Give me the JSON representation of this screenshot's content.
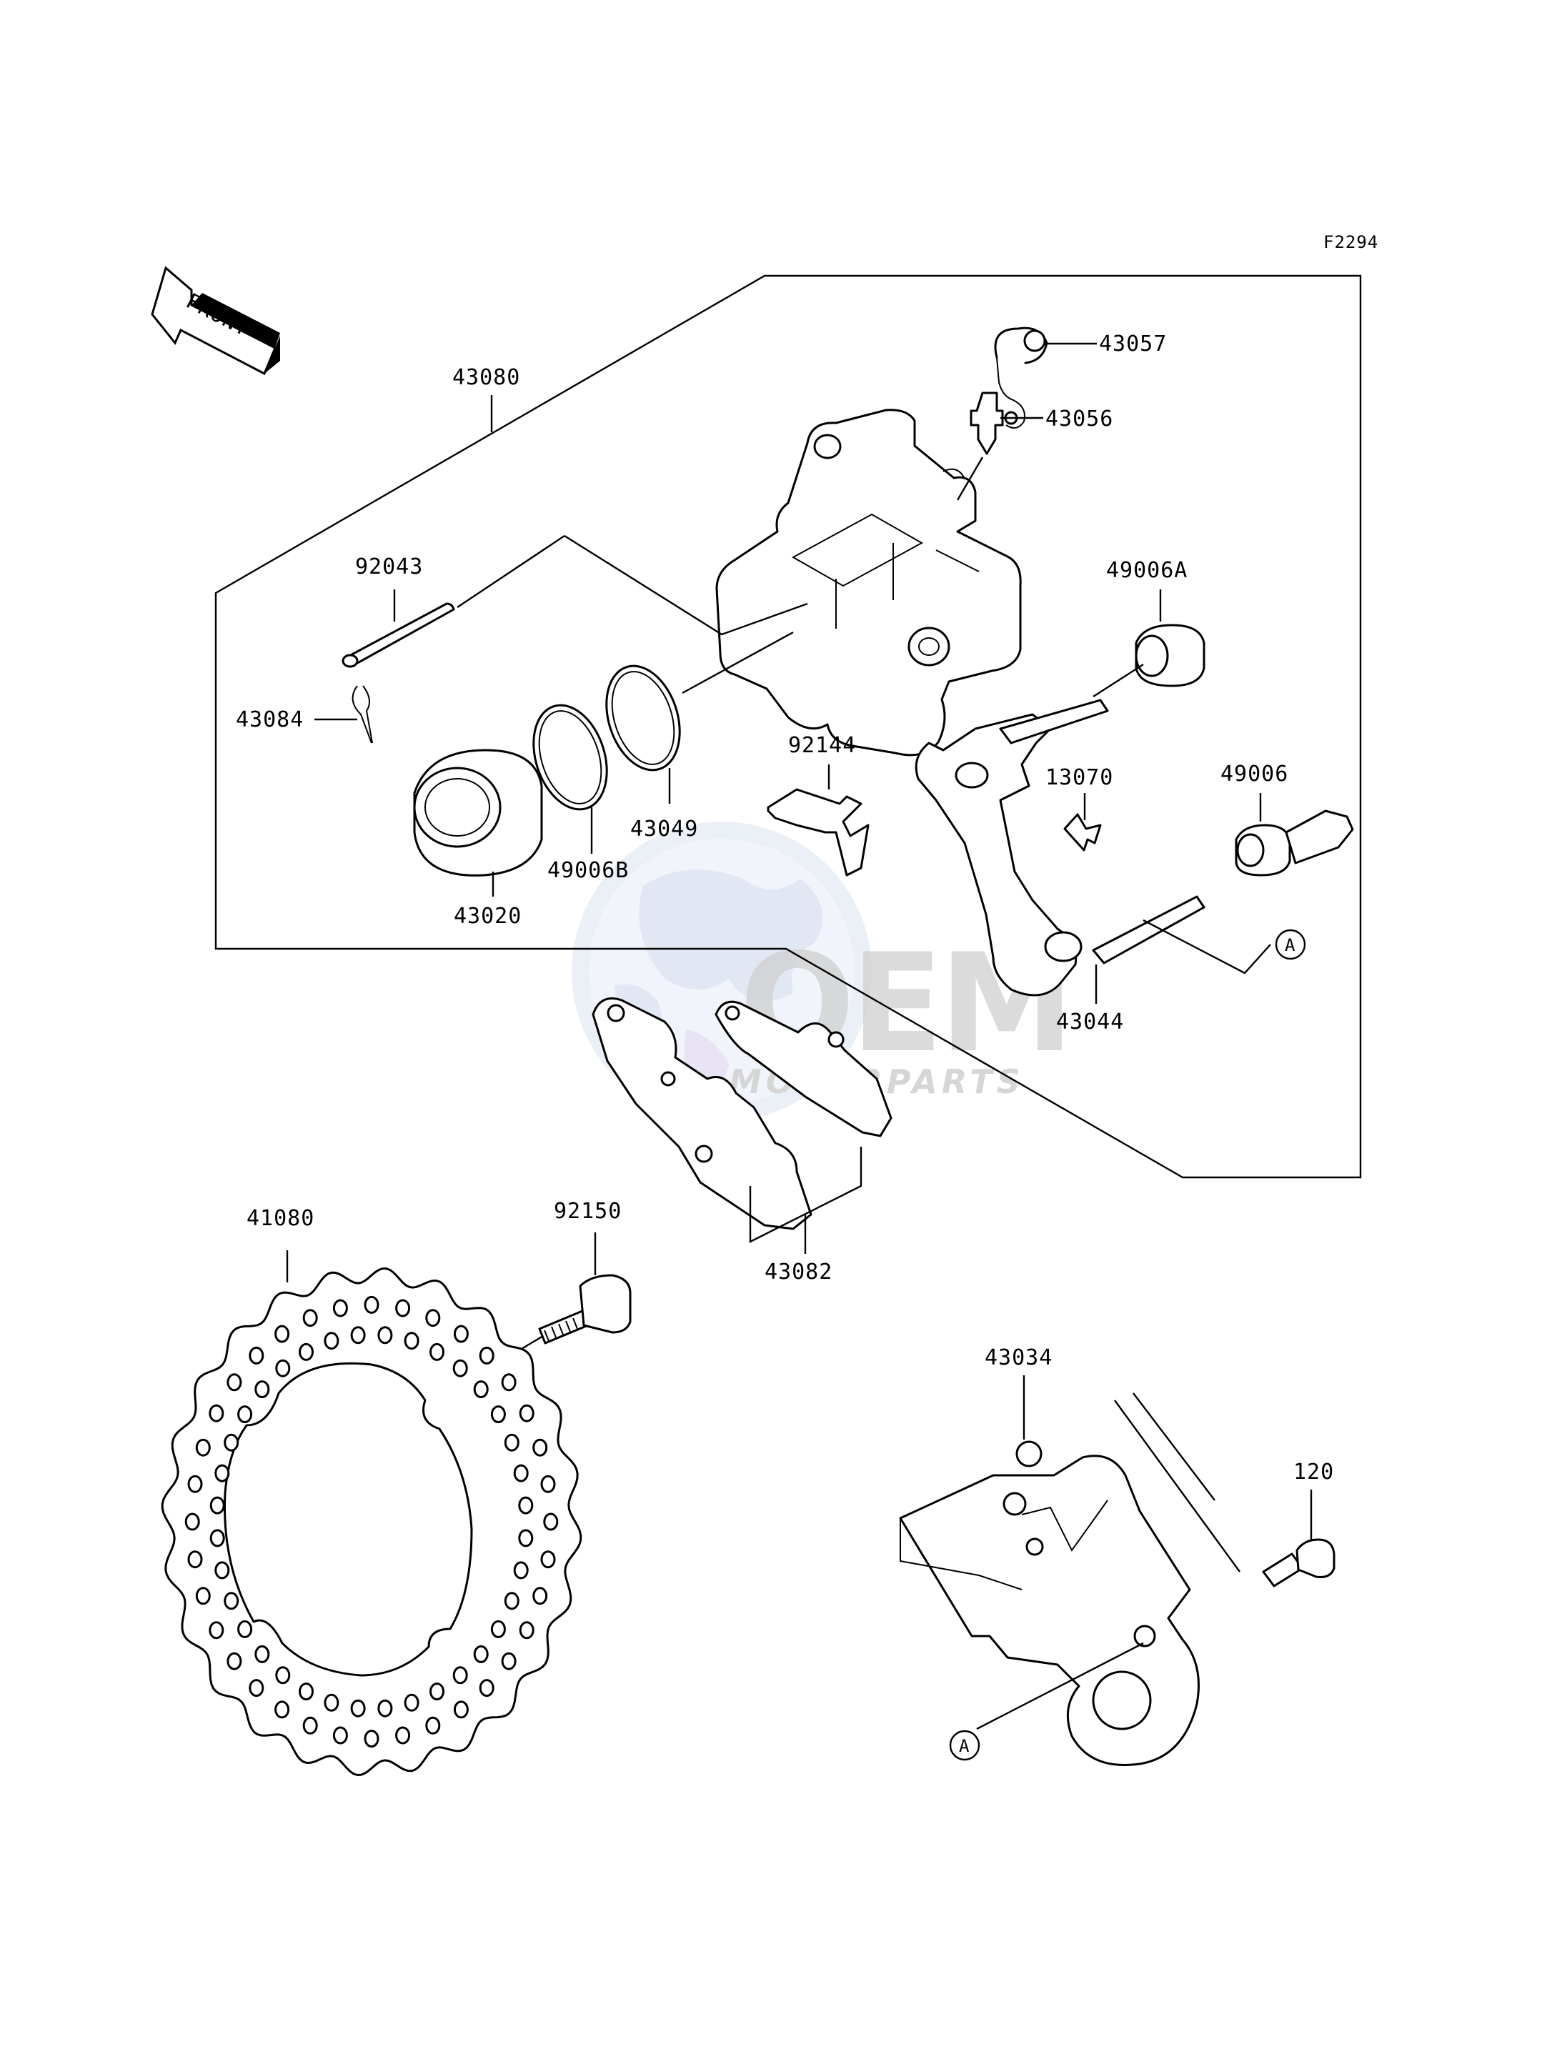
{
  "diagram": {
    "figure_code": "F2294",
    "front_label": "FRONT",
    "watermark": {
      "brand": "OEM",
      "sub": "MOTORPARTS"
    },
    "callout_letter": "A",
    "parts": {
      "p43080": "43080",
      "p43057": "43057",
      "p43056": "43056",
      "p92043": "92043",
      "p43084": "43084",
      "p49006A": "49006A",
      "p92144": "92144",
      "p13070": "13070",
      "p49006": "49006",
      "p43049": "43049",
      "p49006B": "49006B",
      "p43020": "43020",
      "p43044": "43044",
      "p41080": "41080",
      "p92150": "92150",
      "p43082": "43082",
      "p43034": "43034",
      "p120": "120"
    }
  }
}
